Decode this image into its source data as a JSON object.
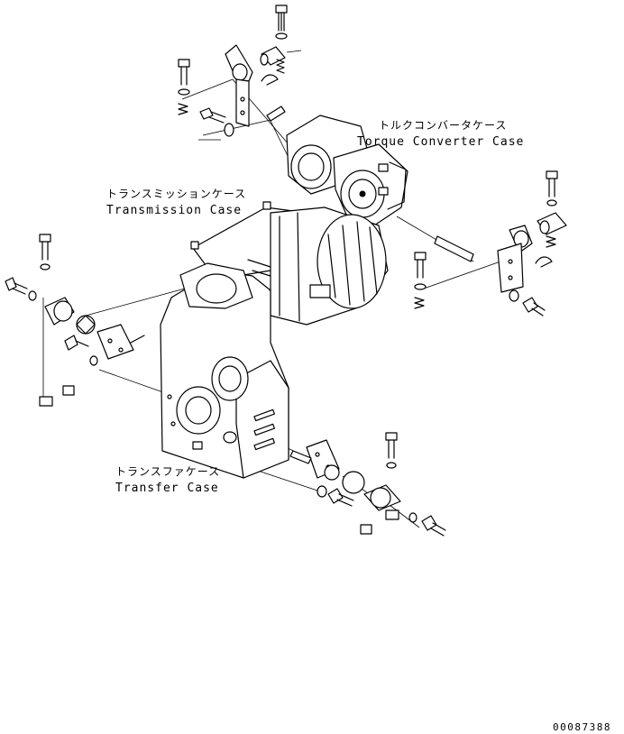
{
  "labels": {
    "torque_converter_jp": "トルクコンバータケース",
    "torque_converter_en": "Torque Converter Case",
    "transmission_jp": "トランスミッションケース",
    "transmission_en": "Transmission Case",
    "transfer_jp": "トランスファケース",
    "transfer_en": "Transfer Case"
  },
  "drawing_number": "00087388"
}
